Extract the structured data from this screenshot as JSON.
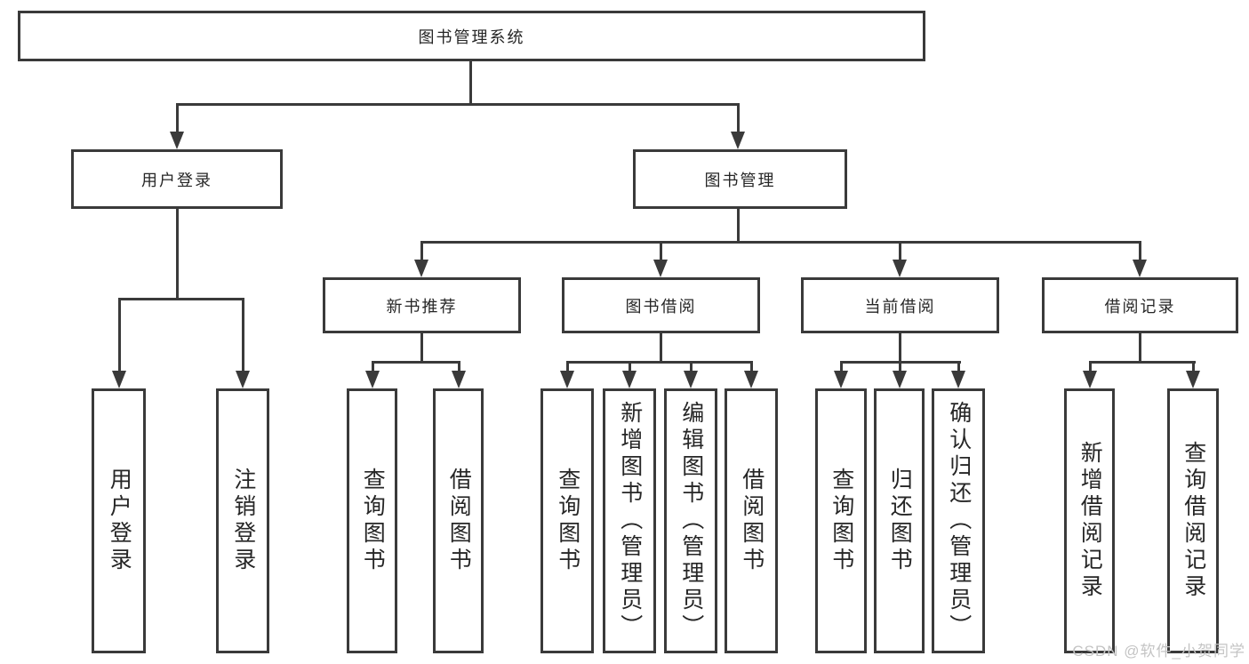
{
  "root": {
    "label": "图书管理系统"
  },
  "level2": [
    {
      "label": "用户登录"
    },
    {
      "label": "图书管理"
    }
  ],
  "level3": [
    {
      "label": "新书推荐"
    },
    {
      "label": "图书借阅"
    },
    {
      "label": "当前借阅"
    },
    {
      "label": "借阅记录"
    }
  ],
  "leaves": [
    {
      "label": "用户登录"
    },
    {
      "label": "注销登录"
    },
    {
      "label": "查询图书"
    },
    {
      "label": "借阅图书"
    },
    {
      "label": "查询图书"
    },
    {
      "label": "新增图书（管理员）"
    },
    {
      "label": "编辑图书（管理员）"
    },
    {
      "label": "借阅图书"
    },
    {
      "label": "查询图书"
    },
    {
      "label": "归还图书"
    },
    {
      "label": "确认归还（管理员）"
    },
    {
      "label": "新增借阅记录"
    },
    {
      "label": "查询借阅记录"
    }
  ],
  "watermark": "CSDN @软件_小贺同学",
  "colors": {
    "line": "#3a3a3a",
    "text": "#262626",
    "background": "#ffffff",
    "watermark": "#c4c4c4"
  }
}
